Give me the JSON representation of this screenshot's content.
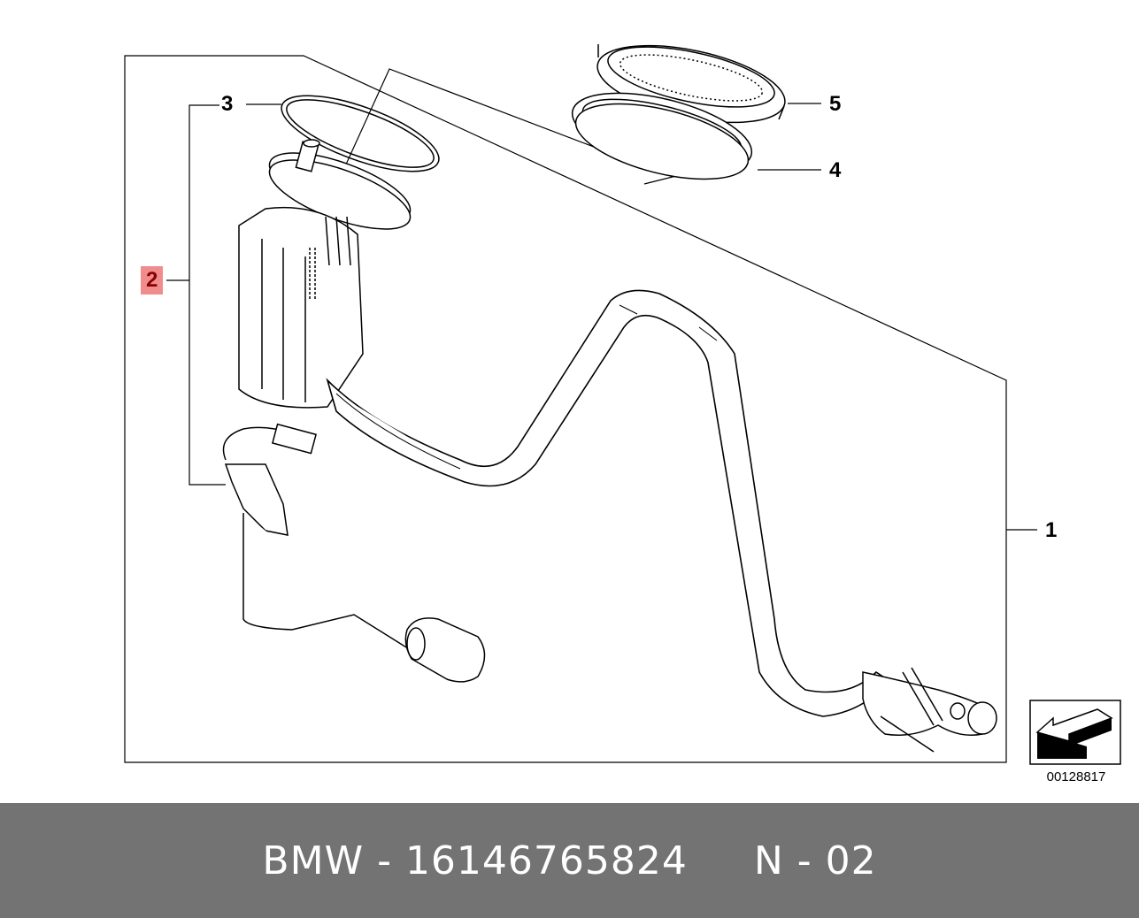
{
  "callouts": {
    "p1": "1",
    "p2": "2",
    "p3": "3",
    "p4": "4",
    "p5": "5"
  },
  "highlight_color": "#f08c8c",
  "reference_code": "00128817",
  "footer": {
    "brand": "BMW",
    "sep1": " - ",
    "part_number": "16146765824",
    "gap": "     ",
    "variant": "N - 02"
  },
  "footer_color": "#737373",
  "icons": [
    "direction-arrow-icon"
  ]
}
